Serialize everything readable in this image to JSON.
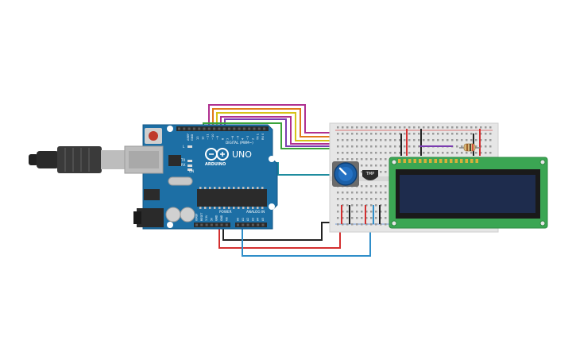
{
  "board": {
    "logo_text": "UNO",
    "brand_text": "ARDUINO",
    "digital_label": "DIGITAL (PWM~)",
    "power_label": "POWER",
    "analog_label": "ANALOG IN",
    "aref_label": "AREF",
    "gnd_label": "GND",
    "tx_label": "TX",
    "rx_label": "RX",
    "l_label": "L",
    "on_label": "ON",
    "digital_pins": [
      "13",
      "12",
      "~11",
      "~10",
      "~9",
      "8",
      "7",
      "~6",
      "~5",
      "4",
      "~3",
      "2",
      "TX 1",
      "RX 0"
    ],
    "power_pins": [
      "IOREF",
      "RESET",
      "3.3V",
      "5V",
      "GND",
      "GND",
      "Vin"
    ],
    "analog_pins": [
      "A0",
      "A1",
      "A2",
      "A3",
      "A4",
      "A5"
    ]
  },
  "sensor": {
    "label": "TMP"
  },
  "colors": {
    "board": "#1d6fa5",
    "breadboard": "#e6e6e6",
    "lcd_pcb": "#3ba653",
    "lcd_screen": "#1e2c4d",
    "pot": "#1a5fa8",
    "wire_red": "#d32f2f",
    "wire_blue": "#2f8ec9",
    "wire_black": "#222222",
    "wire_teal": "#1e8c9e",
    "wire_magenta": "#b03090",
    "wire_orange": "#e07a1a",
    "wire_yellow": "#d6c21a",
    "wire_purple": "#7a3cb0",
    "wire_green": "#3aa33a"
  }
}
